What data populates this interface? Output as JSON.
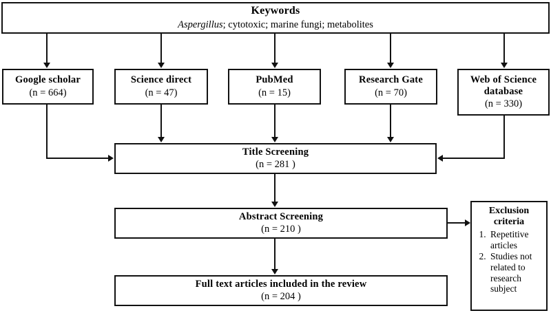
{
  "diagram": {
    "type": "prisma-flow-diagram",
    "keywords": {
      "title": "Keywords",
      "terms_italic": "Aspergillus",
      "terms_rest": "; cytotoxic; marine fungi; metabolites"
    },
    "sources": [
      {
        "name": "Google scholar",
        "count": "(n = 664)"
      },
      {
        "name": "Science direct",
        "count": "(n = 47)"
      },
      {
        "name": "PubMed",
        "count": "(n = 15)"
      },
      {
        "name": "Research Gate",
        "count": "(n = 70)"
      },
      {
        "name": "Web of Science",
        "name_line2": "database",
        "count": "(n = 330)"
      }
    ],
    "stages": [
      {
        "name": "Title Screening",
        "count": "(n = 281 )"
      },
      {
        "name": "Abstract Screening",
        "count": "(n = 210 )"
      },
      {
        "name": "Full text articles included in the review",
        "count": "(n = 204 )"
      }
    ],
    "exclusion": {
      "title_line1": "Exclusion",
      "title_line2": "criteria",
      "items": [
        "Repetitive articles",
        "Studies not related to research subject"
      ]
    },
    "colors": {
      "stroke": "#111111",
      "fill": "#ffffff",
      "text": "#000000"
    }
  }
}
